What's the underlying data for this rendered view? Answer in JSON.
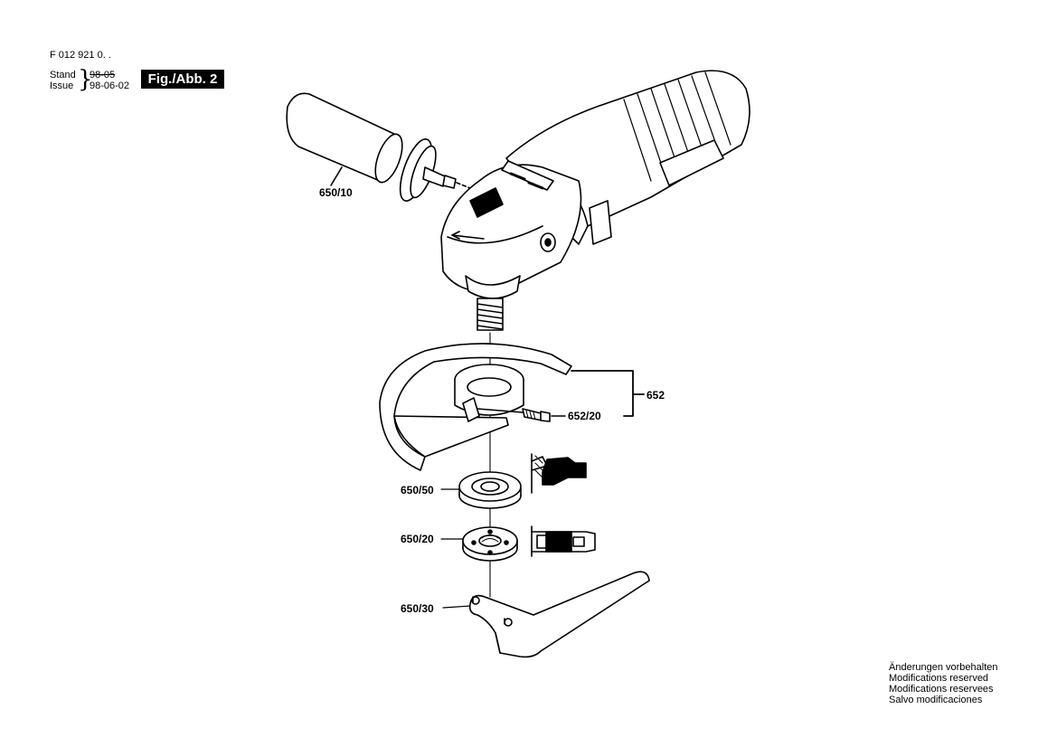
{
  "header": {
    "part_number": "F 012 921 0. .",
    "stand_label": "Stand",
    "stand_value": "98-05",
    "issue_label": "Issue",
    "issue_value": "98-06-02",
    "figure": "Fig./Abb. 2"
  },
  "labels": {
    "handle": "650/10",
    "guard_assembly": "652",
    "screw": "652/20",
    "flange": "650/50",
    "nut": "650/20",
    "wrench": "650/30"
  },
  "notes": [
    "Änderungen vorbehalten",
    "Modifications reserved",
    "Modifications reservees",
    "Salvo modificaciones"
  ]
}
